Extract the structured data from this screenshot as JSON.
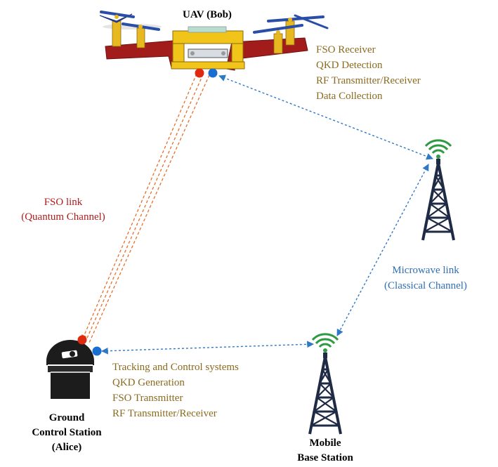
{
  "uav": {
    "title": "UAV (Bob)",
    "functions": [
      "FSO Receiver",
      "QKD Detection",
      "RF Transmitter/Receiver",
      "Data Collection"
    ]
  },
  "ground_station": {
    "name_lines": [
      "Ground",
      "Control Station",
      "(Alice)"
    ],
    "functions": [
      "Tracking and Control systems",
      "QKD Generation",
      "FSO Transmitter",
      "RF Transmitter/Receiver"
    ]
  },
  "mobile_base": {
    "name_lines": [
      "Mobile",
      "Base Station"
    ]
  },
  "links": {
    "fso": [
      "FSO link",
      "(Quantum Channel)"
    ],
    "microwave": [
      "Microwave link",
      "(Classical Channel)"
    ]
  },
  "colors": {
    "fso_link": "#e4702c",
    "classical_link": "#2e78c4",
    "tower": "#1f2a44",
    "signal": "#2e9a44",
    "uav_body": "#a31c1c",
    "uav_frame": "#f0c419",
    "propeller": "#2a4ea8",
    "red_dot": "#e02a10",
    "blue_dot": "#1a6ed0"
  }
}
